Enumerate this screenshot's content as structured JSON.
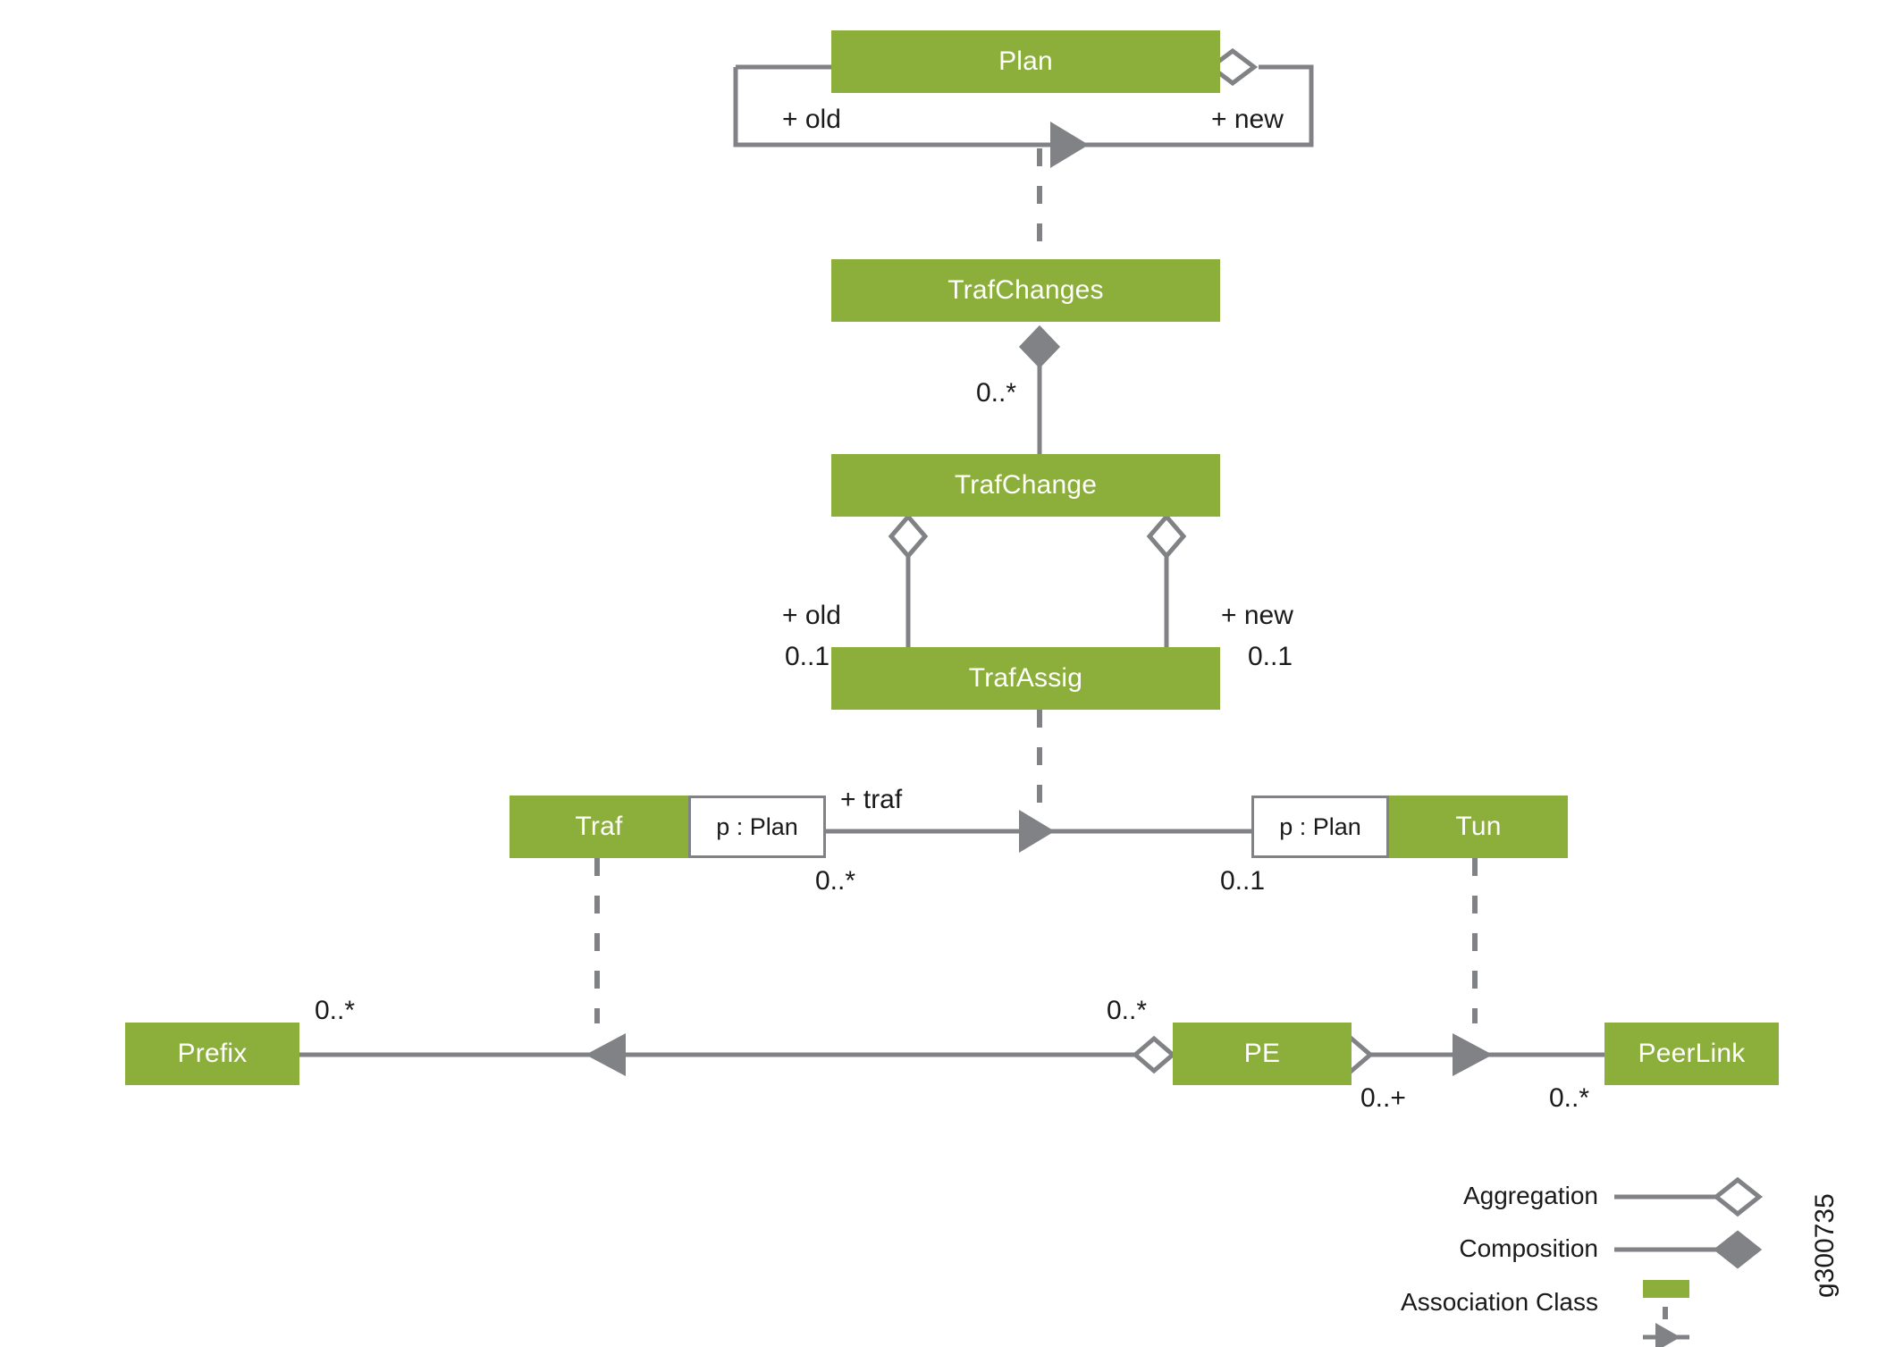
{
  "diagram": {
    "title": "UML class diagram of Plan, traffic changes and network elements",
    "figure_id": "g300735",
    "colors": {
      "class_fill": "#8CAE3A",
      "class_text": "#FFFFFF",
      "line": "#808285",
      "label_text": "#1A1A1A",
      "background": "#FFFFFF"
    },
    "classes": [
      {
        "id": "plan",
        "name": "Plan"
      },
      {
        "id": "trafchanges",
        "name": "TrafChanges"
      },
      {
        "id": "trafchange",
        "name": "TrafChange"
      },
      {
        "id": "trafassig",
        "name": "TrafAssig"
      },
      {
        "id": "traf",
        "name": "Traf"
      },
      {
        "id": "tun",
        "name": "Tun"
      },
      {
        "id": "prefix",
        "name": "Prefix"
      },
      {
        "id": "pe",
        "name": "PE"
      },
      {
        "id": "peerlink",
        "name": "PeerLink"
      }
    ],
    "qualifiers": [
      {
        "id": "traf-qualifier",
        "text": "p : Plan"
      },
      {
        "id": "tun-qualifier",
        "text": "p : Plan"
      }
    ],
    "role_labels": {
      "plan_old": "+ old",
      "plan_new": "+ new",
      "trafchange_old": "+ old",
      "trafchange_new": "+ new",
      "traf_role": "+ traf"
    },
    "multiplicities": {
      "trafchanges_to_trafchange": "0..*",
      "trafchange_old": "0..1",
      "trafchange_new": "0..1",
      "traf_to_tun": "0..*",
      "tun_from_traf": "0..1",
      "prefix_to_pe": "0..*",
      "pe_from_prefix": "0..*",
      "pe_to_peerlink": "0..+",
      "peerlink_from_pe": "0..*"
    },
    "legend": {
      "items": [
        {
          "id": "aggregation",
          "label": "Aggregation",
          "marker": "hollow-diamond"
        },
        {
          "id": "composition",
          "label": "Composition",
          "marker": "filled-diamond"
        },
        {
          "id": "association-class",
          "label": "Association Class",
          "marker": "green-box-dashed-arrow"
        }
      ]
    }
  }
}
